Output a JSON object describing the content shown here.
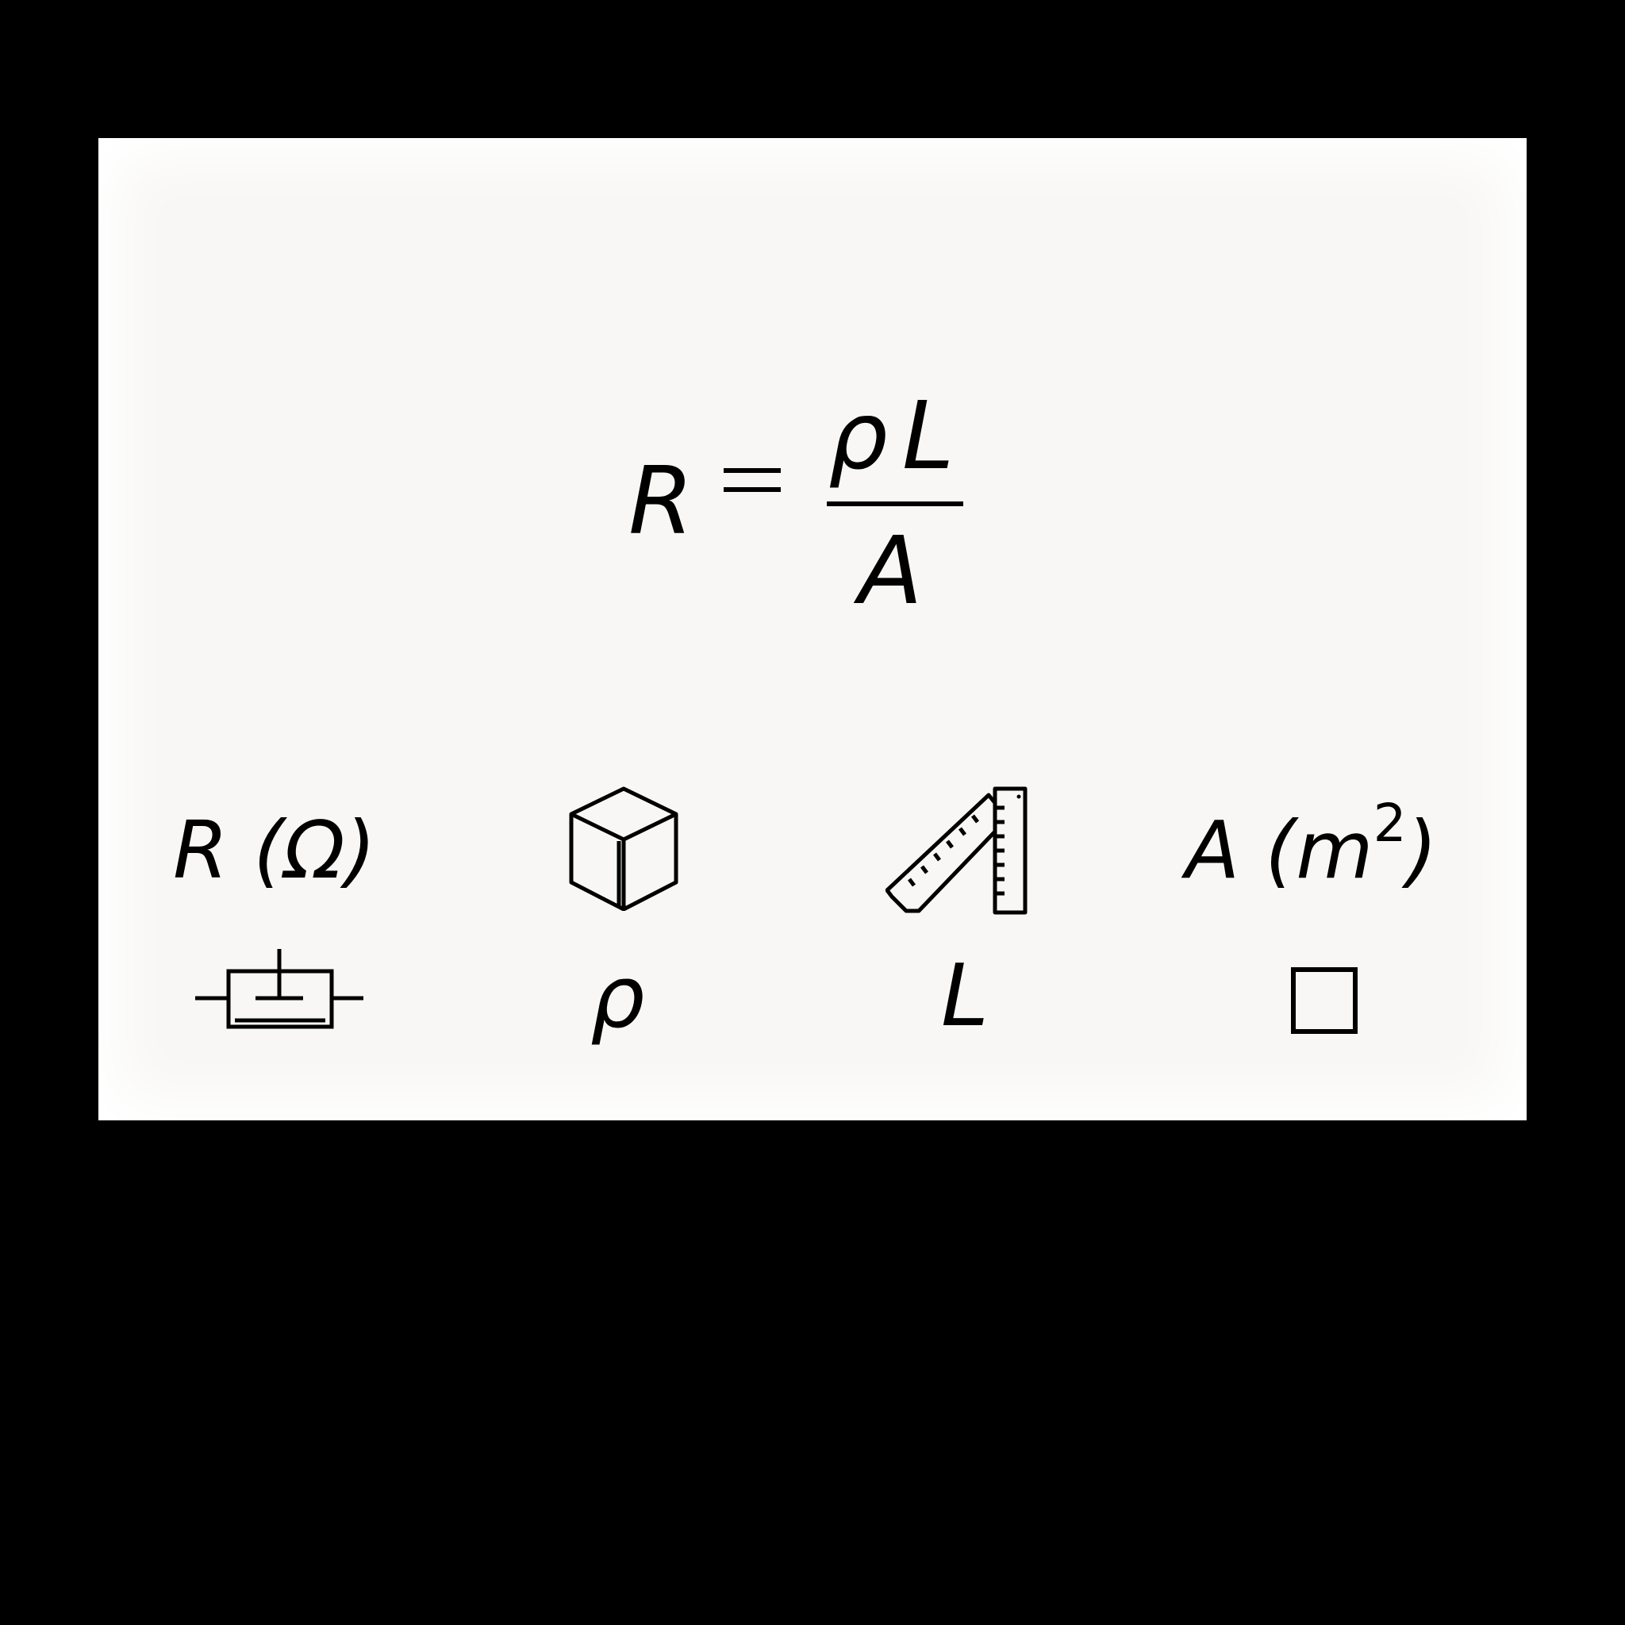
{
  "formula": {
    "lhs": "R",
    "numerator": "ρL",
    "denominator": "A"
  },
  "legend": {
    "resistance_label": "R (Ω)",
    "area_label_base": "A (m",
    "area_label_exp": "2",
    "area_label_close": ")",
    "rho_symbol": "ρ",
    "length_symbol": "L"
  },
  "icons": [
    "cube-icon",
    "ruler-icon",
    "resistor-icon",
    "square-icon"
  ]
}
